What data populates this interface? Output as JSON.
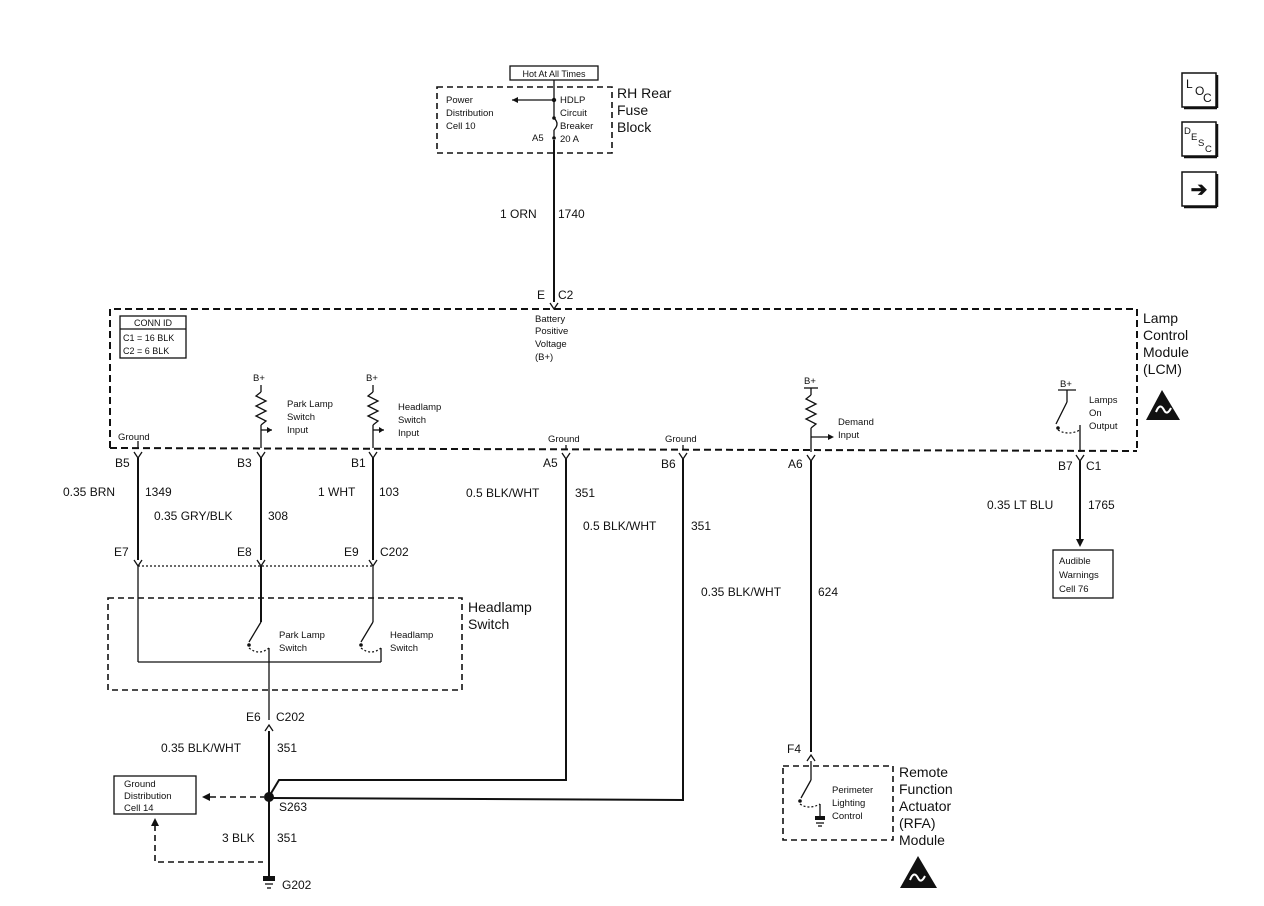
{
  "fuse_block": {
    "hot_label": "Hot At All Times",
    "title": [
      "RH Rear",
      "Fuse",
      "Block"
    ],
    "power_dist": [
      "Power",
      "Distribution",
      "Cell 10"
    ],
    "breaker": [
      "HDLP",
      "Circuit",
      "Breaker",
      "20 A"
    ],
    "pin": "A5"
  },
  "wire_1740": {
    "size_color": "1 ORN",
    "circuit": "1740"
  },
  "lcm": {
    "title": [
      "Lamp",
      "Control",
      "Module",
      "(LCM)"
    ],
    "b_plus_pin": "E",
    "b_plus_conn": "C2",
    "b_plus_label": [
      "Battery",
      "Positive",
      "Voltage",
      "(B+)"
    ],
    "conn_id": {
      "header": "CONN ID",
      "c1": "C1 = 16 BLK",
      "c2": "C2 = 6 BLK"
    },
    "ground_labels": [
      "Ground",
      "Ground",
      "Ground"
    ],
    "park_input": [
      "Park Lamp",
      "Switch",
      "Input"
    ],
    "headlamp_input": [
      "Headlamp",
      "Switch",
      "Input"
    ],
    "demand_input": [
      "Demand",
      "Input"
    ],
    "lamps_on_output": [
      "Lamps",
      "On",
      "Output"
    ],
    "b_plus": "B+",
    "pins": {
      "b5": "B5",
      "b3": "B3",
      "b1": "B1",
      "a5": "A5",
      "b6": "B6",
      "a6": "A6",
      "b7": "B7",
      "c1": "C1"
    }
  },
  "wires": {
    "w1349": {
      "size_color": "0.35 BRN",
      "circuit": "1349"
    },
    "w308": {
      "size_color": "0.35 GRY/BLK",
      "circuit": "308"
    },
    "w103": {
      "size_color": "1 WHT",
      "circuit": "103"
    },
    "w351a": {
      "size_color": "0.5 BLK/WHT",
      "circuit": "351"
    },
    "w351b": {
      "size_color": "0.5 BLK/WHT",
      "circuit": "351"
    },
    "w624": {
      "size_color": "0.35 BLK/WHT",
      "circuit": "624"
    },
    "w1765": {
      "size_color": "0.35 LT BLU",
      "circuit": "1765"
    },
    "w351c": {
      "size_color": "0.35 BLK/WHT",
      "circuit": "351"
    },
    "w351d": {
      "size_color": "3 BLK",
      "circuit": "351"
    }
  },
  "c202_top": {
    "e7": "E7",
    "e8": "E8",
    "e9": "E9",
    "conn": "C202"
  },
  "headlamp_switch": {
    "title": [
      "Headlamp",
      "Switch"
    ],
    "park_switch": [
      "Park Lamp",
      "Switch"
    ],
    "headlamp_sw": [
      "Headlamp",
      "Switch"
    ]
  },
  "c202_bottom": {
    "pin": "E6",
    "conn": "C202"
  },
  "audible": [
    "Audible",
    "Warnings",
    "Cell 76"
  ],
  "ground_dist": [
    "Ground",
    "Distribution",
    "Cell 14"
  ],
  "splice": "S263",
  "ground_point": "G202",
  "rfa": {
    "pin": "F4",
    "title": [
      "Remote",
      "Function",
      "Actuator",
      "(RFA)",
      "Module"
    ],
    "perimeter": [
      "Perimeter",
      "Lighting",
      "Control"
    ]
  },
  "nav": {
    "loc": {
      "l": "L",
      "o": "O",
      "c": "C"
    },
    "desc": {
      "d": "D",
      "e": "E",
      "s": "S",
      "c": "C"
    },
    "next_arrow": "➔"
  }
}
